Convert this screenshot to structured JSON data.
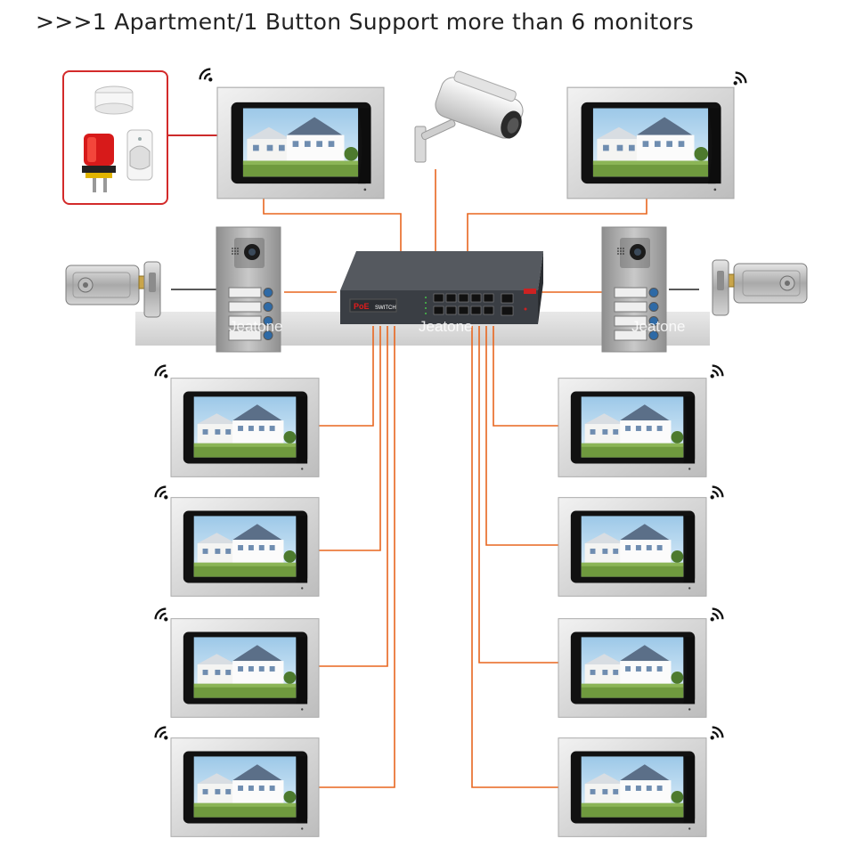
{
  "title": ">>>1 Apartment/1 Button Support more than 6 monitors",
  "watermark": "Jeatone",
  "switch": {
    "brand_label": "PoE",
    "model_label": "SWITCH"
  },
  "colors": {
    "cable": "#e8661f",
    "alarm_link": "#cc2b2b",
    "alarm_border": "#d32a2a",
    "panel_silver": "#c9c9c9",
    "switch_body": "#3a3e44"
  },
  "icons": {
    "wifi": "wifi-icon",
    "camera": "cctv-camera-icon",
    "lock": "electric-lock-icon",
    "alarm": "alarm-sensors-icon"
  }
}
